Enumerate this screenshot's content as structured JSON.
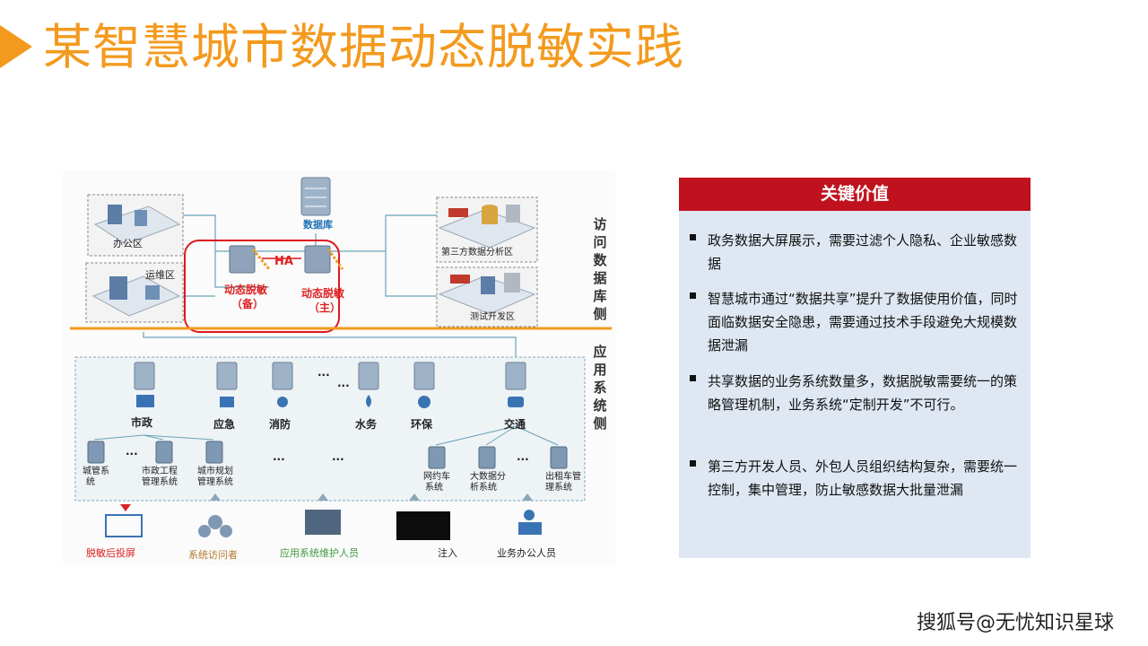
{
  "slide": {
    "title": "某智慧城市数据动态脱敏实践"
  },
  "diagram": {
    "zones": {
      "office": "办公区",
      "ops": "运维区",
      "database": "数据库",
      "third_party": "第三方数据分析区",
      "test_dev": "测试开发区"
    },
    "masking": {
      "ha": "HA",
      "backup_line1": "动态脱敏",
      "backup_line2": "（备）",
      "primary_line1": "动态脱敏",
      "primary_line2": "（主）"
    },
    "side_labels": {
      "access_db": "访问数据库侧",
      "app_system": "应用系统侧"
    },
    "departments": [
      "市政",
      "应急",
      "消防",
      "水务",
      "环保",
      "交通"
    ],
    "ellipsis": "...",
    "sub_systems": {
      "urban_mgmt_l1": "城管系",
      "urban_mgmt_l2": "统",
      "municipal_eng_l1": "市政工程",
      "municipal_eng_l2": "管理系统",
      "city_plan_l1": "城市规划",
      "city_plan_l2": "管理系统",
      "ride_hail_l1": "网约车",
      "ride_hail_l2": "系统",
      "bigdata_l1": "大数据分",
      "bigdata_l2": "析系统",
      "taxi_l1": "出租车管",
      "taxi_l2": "理系统"
    },
    "actors": {
      "screen": "脱敏后投屏",
      "visitor": "系统访问者",
      "maintainer": "应用系统维护人员",
      "inject": "注入",
      "staff": "业务办公人员"
    }
  },
  "panel": {
    "heading": "关键价值",
    "bullets": [
      "政务数据大屏展示，需要过滤个人隐私、企业敏感数据",
      "智慧城市通过“数据共享”提升了数据使用价值，同时面临数据安全隐患，需要通过技术手段避免大规模数据泄漏",
      "共享数据的业务系统数量多，数据脱敏需要统一的策略管理机制，业务系统“定制开发”不可行。",
      "第三方开发人员、外包人员组织结构复杂，需要统一控制，集中管理，防止敏感数据大批量泄漏"
    ]
  },
  "watermark": "搜狐号@无忧知识星球",
  "colors": {
    "title": "#f39a1e",
    "panel_head": "#c0121e",
    "panel_bg": "#dfe7f2",
    "highlight": "#e0161e"
  }
}
